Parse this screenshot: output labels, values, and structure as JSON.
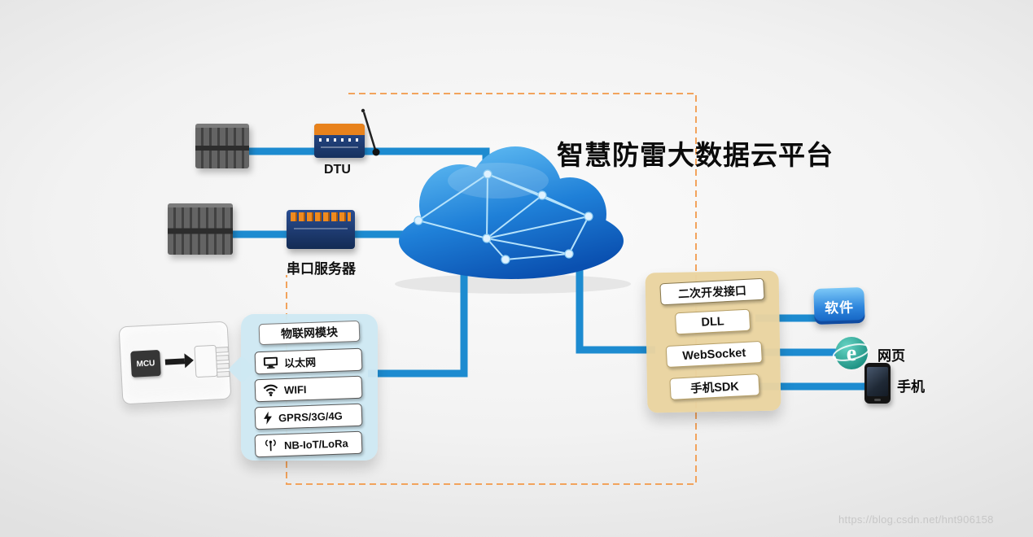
{
  "title": "智慧防雷大数据云平台",
  "watermark": "https://blog.csdn.net/hnt906158",
  "colors": {
    "wire_blue": "#1d8bd0",
    "cloud_blue_top": "#5ab6f0",
    "cloud_blue_bottom": "#0a50b0",
    "dashed_border_orange": "#f2a35c",
    "iot_panel_bg": "#cee8f3",
    "api_panel_bg": "#e9d4a0",
    "software_badge_blue": "#2e86dd",
    "browser_teal": "#0c8173"
  },
  "devices": {
    "dtu": {
      "label": "DTU"
    },
    "serial_server": {
      "label": "串口服务器"
    },
    "mcu": {
      "chip_label": "MCU"
    }
  },
  "iot_panel": {
    "header": "物联网模块",
    "items": [
      {
        "icon": "ethernet-icon",
        "label": "以太网"
      },
      {
        "icon": "wifi-icon",
        "label": "WIFI"
      },
      {
        "icon": "lightning-icon",
        "label": "GPRS/3G/4G"
      },
      {
        "icon": "antenna-icon",
        "label": "NB-IoT/LoRa"
      }
    ]
  },
  "api_panel": {
    "header": "二次开发接口",
    "items": [
      {
        "label": "DLL"
      },
      {
        "label": "WebSocket"
      },
      {
        "label": "手机SDK"
      }
    ]
  },
  "outputs": [
    {
      "icon": "software-badge-icon",
      "label": "软件"
    },
    {
      "icon": "ie-browser-icon",
      "label": "网页"
    },
    {
      "icon": "smartphone-icon",
      "label": "手机"
    }
  ]
}
